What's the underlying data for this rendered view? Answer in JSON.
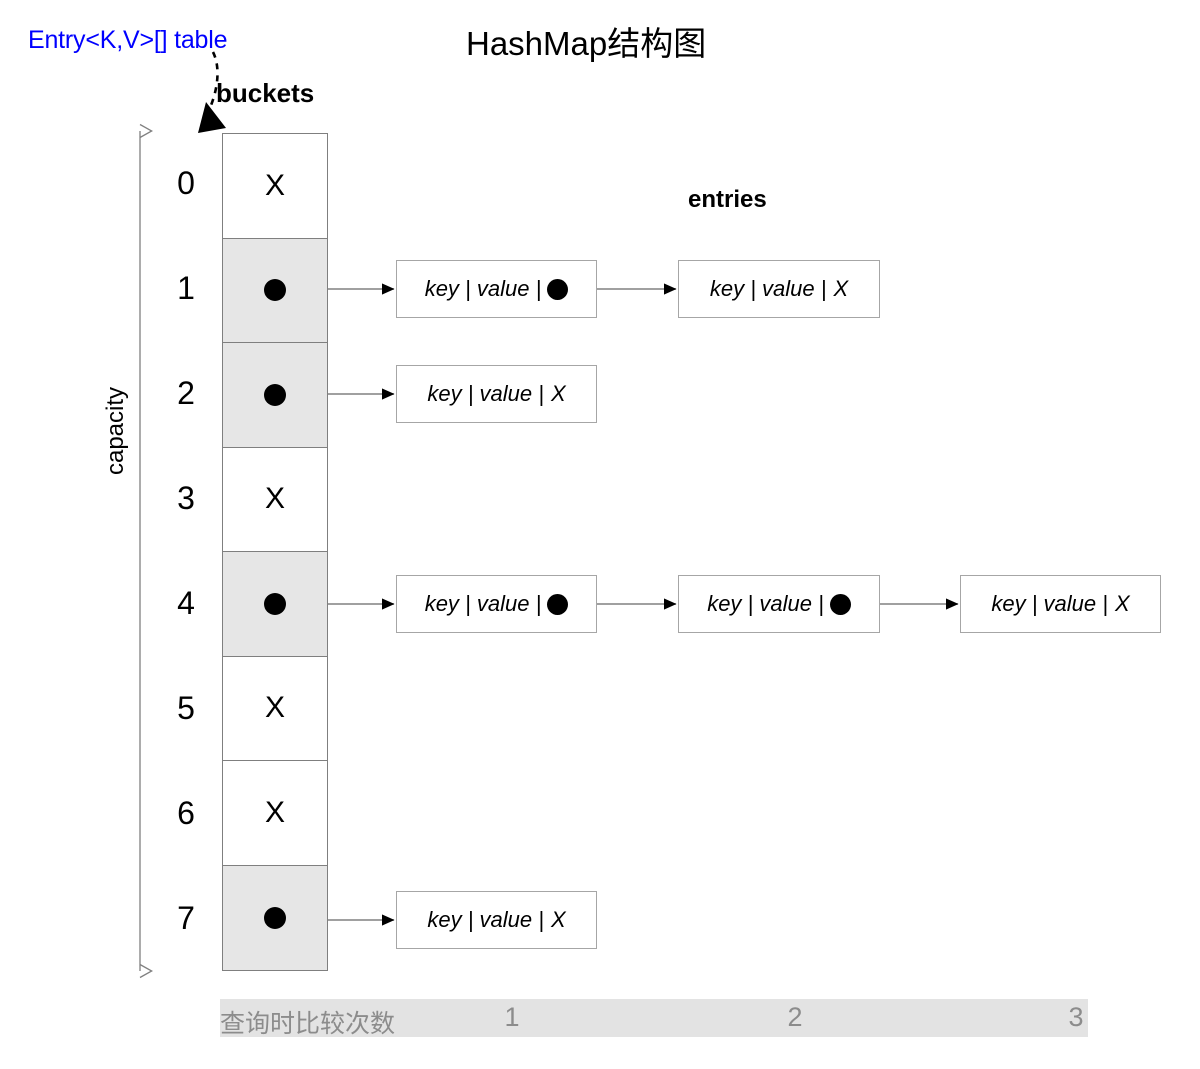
{
  "diagram": {
    "title": "HashMap结构图",
    "table_label": "Entry<K,V>[] table",
    "buckets_label": "buckets",
    "entries_label": "entries",
    "capacity_label": "capacity",
    "null_marker": "X",
    "entry_text": "key | value |",
    "colors": {
      "table_label": "#0000ff",
      "filled_bucket": "#e6e6e6",
      "bucket_border": "#7f7f7f",
      "entry_border": "#a6a6a6",
      "compare_bar_bg": "#e3e3e3",
      "compare_bar_text": "#8c8c8c",
      "arrow": "#000000",
      "line": "#808080"
    },
    "icons": {
      "pointer_dot": "filled-circle-icon",
      "null_x": "null-marker-icon",
      "arrowhead": "triangle-arrowhead-icon",
      "capacity_arrow": "double-headed-vertical-arrow-icon",
      "table_pointer": "dashed-curved-arrow-icon"
    },
    "buckets": [
      {
        "index": "0",
        "state": "null"
      },
      {
        "index": "1",
        "state": "pointer",
        "chain": 2
      },
      {
        "index": "2",
        "state": "pointer",
        "chain": 1
      },
      {
        "index": "3",
        "state": "null"
      },
      {
        "index": "4",
        "state": "pointer",
        "chain": 3
      },
      {
        "index": "5",
        "state": "null"
      },
      {
        "index": "6",
        "state": "null"
      },
      {
        "index": "7",
        "state": "pointer",
        "chain": 1
      }
    ],
    "chains": [
      {
        "bucket": "1",
        "nodes": [
          {
            "text": "key | value |",
            "tail": "pointer"
          },
          {
            "text": "key | value |",
            "tail": "null"
          }
        ]
      },
      {
        "bucket": "2",
        "nodes": [
          {
            "text": "key | value |",
            "tail": "null"
          }
        ]
      },
      {
        "bucket": "4",
        "nodes": [
          {
            "text": "key | value |",
            "tail": "pointer"
          },
          {
            "text": "key | value |",
            "tail": "pointer"
          },
          {
            "text": "key | value |",
            "tail": "null"
          }
        ]
      },
      {
        "bucket": "7",
        "nodes": [
          {
            "text": "key | value |",
            "tail": "null"
          }
        ]
      }
    ],
    "compare_bar": {
      "caption": "查询时比较次数",
      "counts": [
        "1",
        "2",
        "3"
      ]
    }
  }
}
